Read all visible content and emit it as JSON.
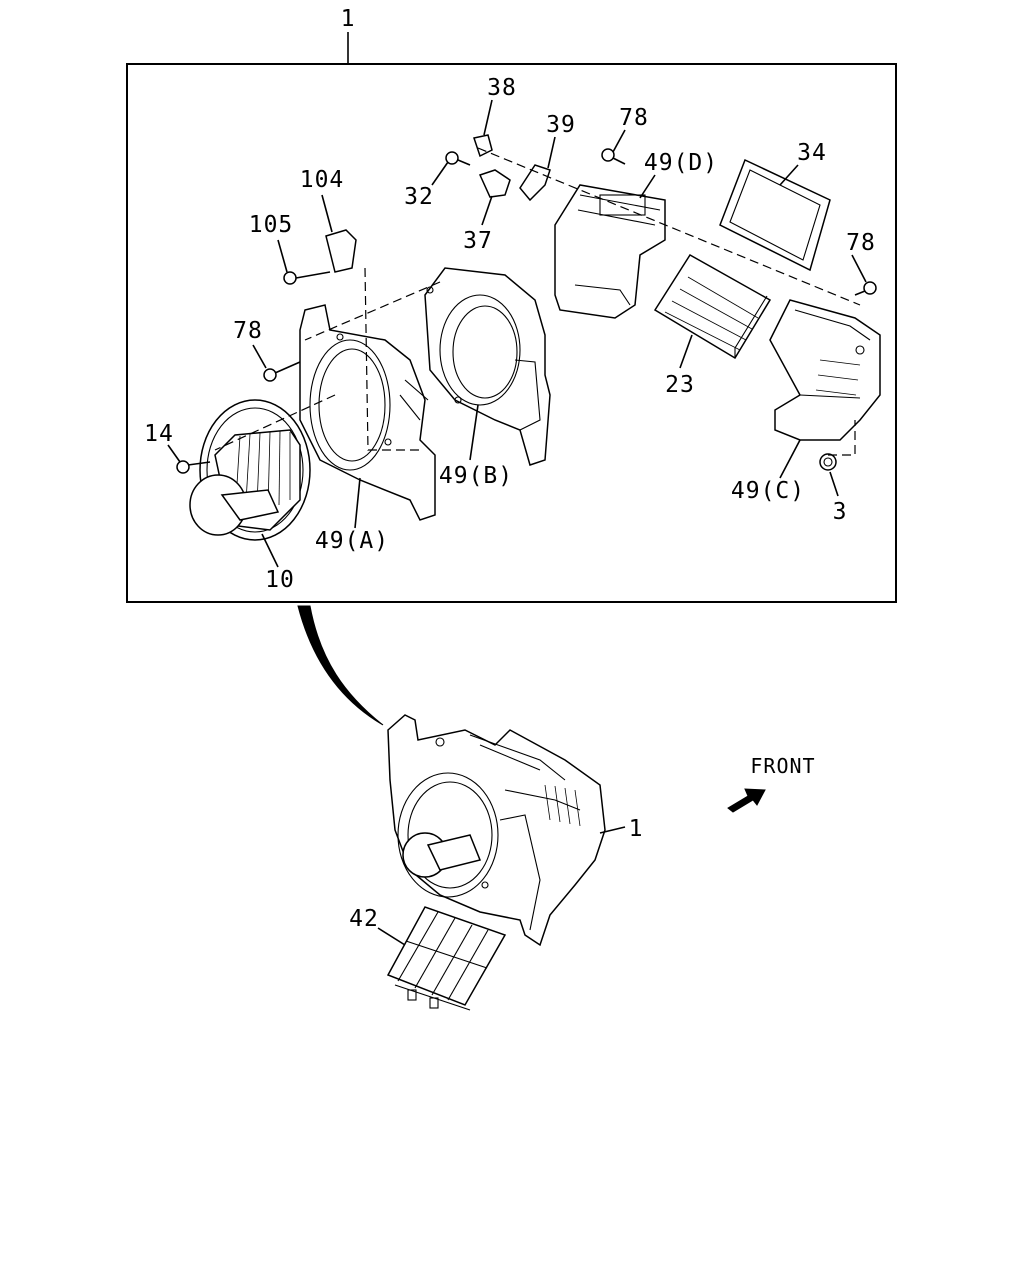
{
  "callouts": {
    "assembly_top": "1",
    "c38": "38",
    "c39": "39",
    "c78_top": "78",
    "c49d": "49(D)",
    "c34": "34",
    "c104": "104",
    "c32": "32",
    "c37": "37",
    "c105": "105",
    "c78_right": "78",
    "c78_left": "78",
    "c23": "23",
    "c14": "14",
    "c49b": "49(B)",
    "c49c": "49(C)",
    "c3": "3",
    "c49a": "49(A)",
    "c10": "10",
    "assembly_bottom": "1",
    "c42": "42"
  },
  "direction": {
    "front_label": "FRONT"
  }
}
